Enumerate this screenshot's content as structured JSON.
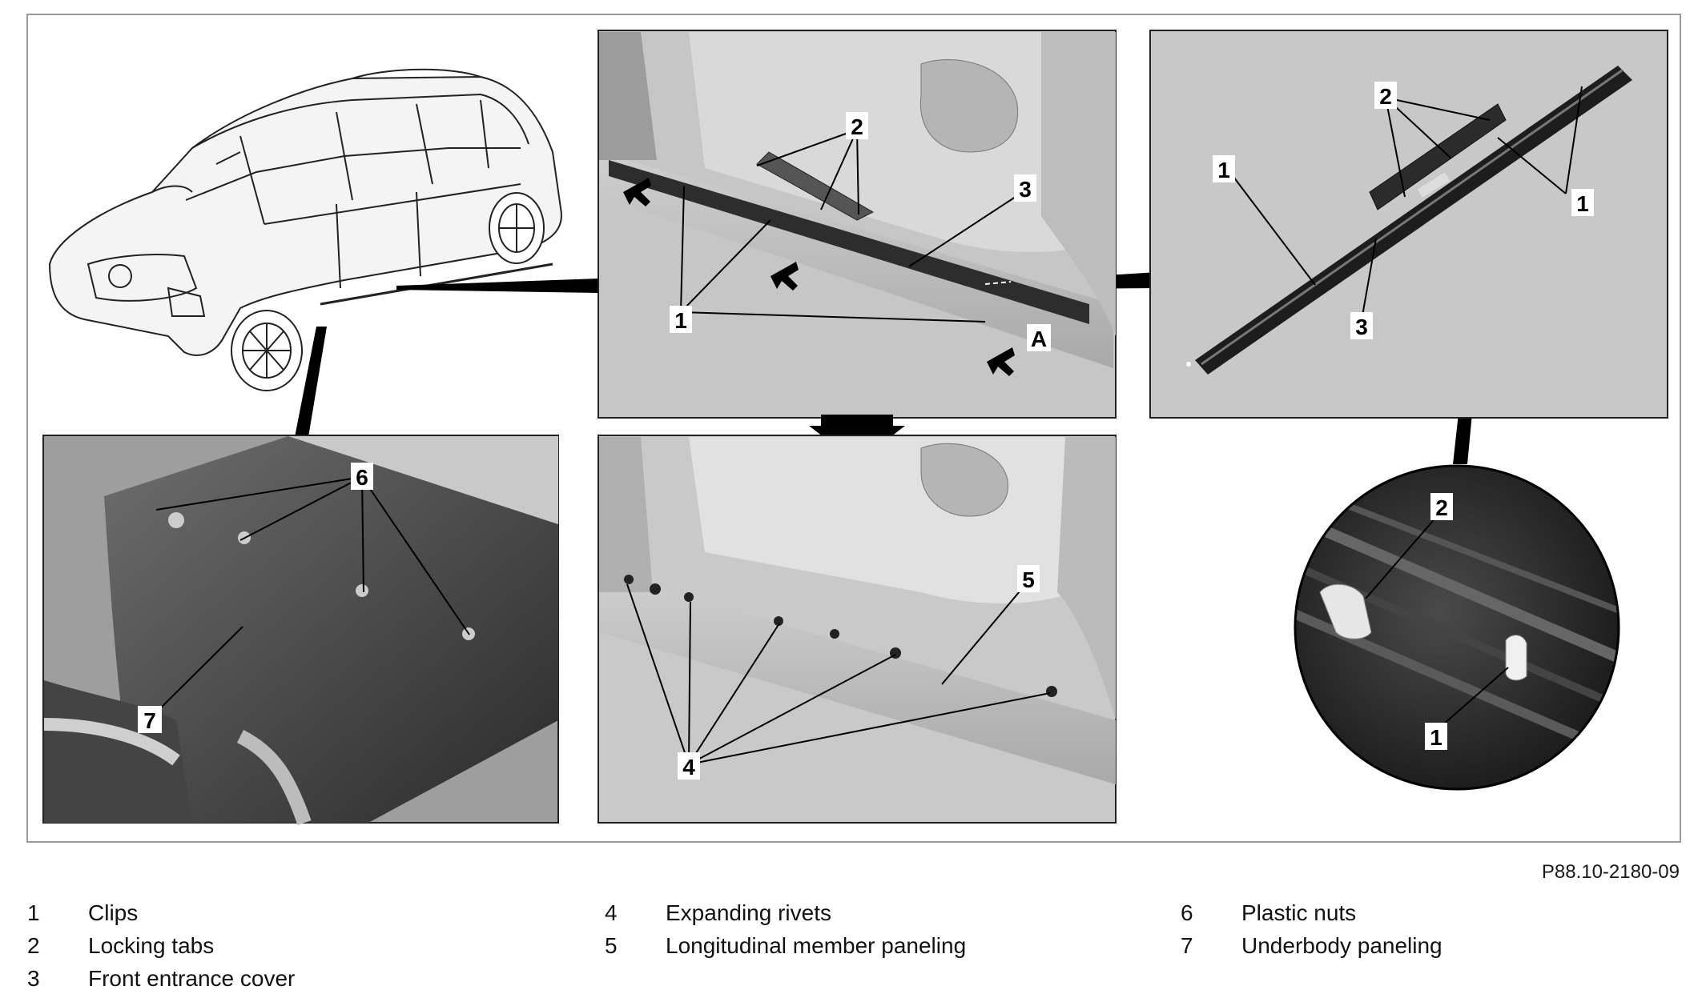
{
  "figure_id": "P88.10-2180-09",
  "callouts": {
    "a1": "1",
    "a2": "2",
    "a3": "3",
    "aA": "A",
    "b1": "1",
    "b2": "2",
    "b3": "3",
    "b1b": "1",
    "c6": "6",
    "c7": "7",
    "d4": "4",
    "d5": "5",
    "e1": "1",
    "e2": "2"
  },
  "legend": [
    {
      "num": "1",
      "label": "Clips"
    },
    {
      "num": "2",
      "label": "Locking tabs"
    },
    {
      "num": "3",
      "label": "Front entrance cover"
    },
    {
      "num": "4",
      "label": "Expanding rivets"
    },
    {
      "num": "5",
      "label": "Longitudinal member paneling"
    },
    {
      "num": "6",
      "label": "Plastic nuts"
    },
    {
      "num": "7",
      "label": "Underbody paneling"
    }
  ]
}
